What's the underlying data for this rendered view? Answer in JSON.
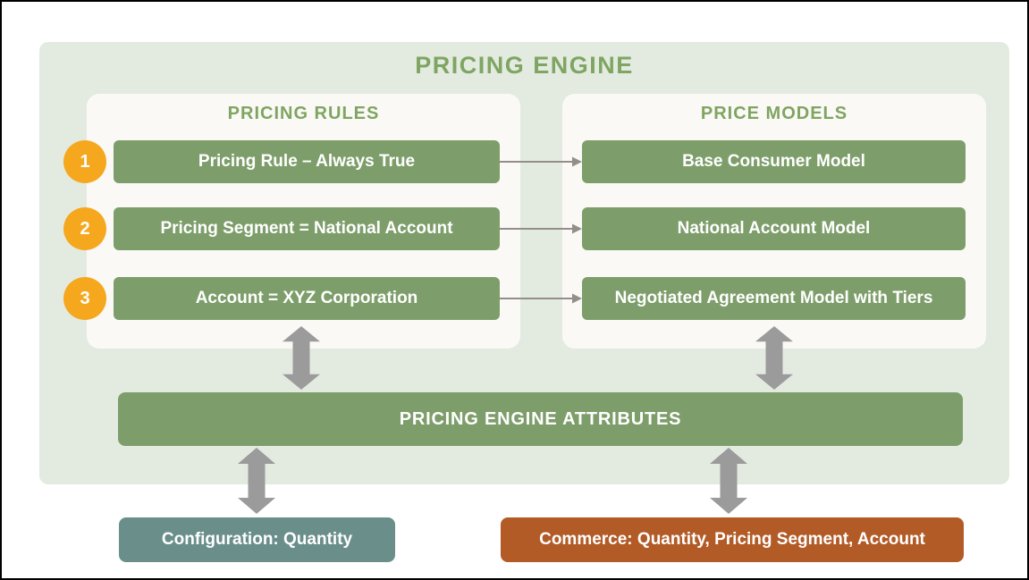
{
  "title": "PRICING ENGINE",
  "rules_panel": {
    "title": "PRICING RULES",
    "items": [
      {
        "number": "1",
        "label": "Pricing Rule – Always True"
      },
      {
        "number": "2",
        "label": "Pricing Segment = National Account"
      },
      {
        "number": "3",
        "label": "Account = XYZ Corporation"
      }
    ]
  },
  "models_panel": {
    "title": "PRICE MODELS",
    "items": [
      {
        "label": "Base Consumer Model"
      },
      {
        "label": "National Account Model"
      },
      {
        "label": "Negotiated Agreement Model with Tiers"
      }
    ]
  },
  "attributes_bar": {
    "label": "PRICING ENGINE ATTRIBUTES"
  },
  "bottom_boxes": [
    {
      "label": "Configuration: Quantity",
      "color": "#6a8f8b"
    },
    {
      "label": "Commerce: Quantity, Pricing Segment, Account",
      "color": "#b25b27"
    }
  ],
  "colors": {
    "container_bg": "#e3ebe1",
    "panel_bg": "#fbf9f6",
    "box_green": "#7d9e6a",
    "heading_green": "#7fa562",
    "number_badge_amber": "#f5a81e",
    "thick_arrow_gray": "#9b9b9b",
    "thin_arrow_gray": "#948e88",
    "configuration_teal": "#6a8f8b",
    "commerce_rust": "#b25b27"
  }
}
